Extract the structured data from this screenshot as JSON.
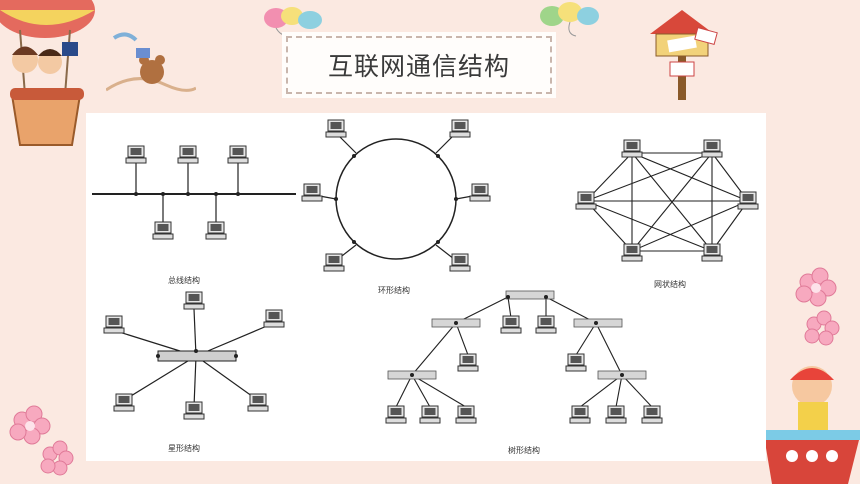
{
  "title": "互联网通信结构",
  "captions": {
    "bus": "总线结构",
    "ring": "环形结构",
    "mesh": "网状结构",
    "star": "星形结构",
    "tree": "树形结构"
  },
  "colors": {
    "background": "#fbe9e1",
    "panel": "#ffffff",
    "line": "#222222"
  },
  "icons": [
    "computer-icon",
    "hub-icon",
    "balloon-icon",
    "mailbox-icon",
    "flower-icon",
    "kids-airship-icon",
    "boat-kid-icon"
  ]
}
